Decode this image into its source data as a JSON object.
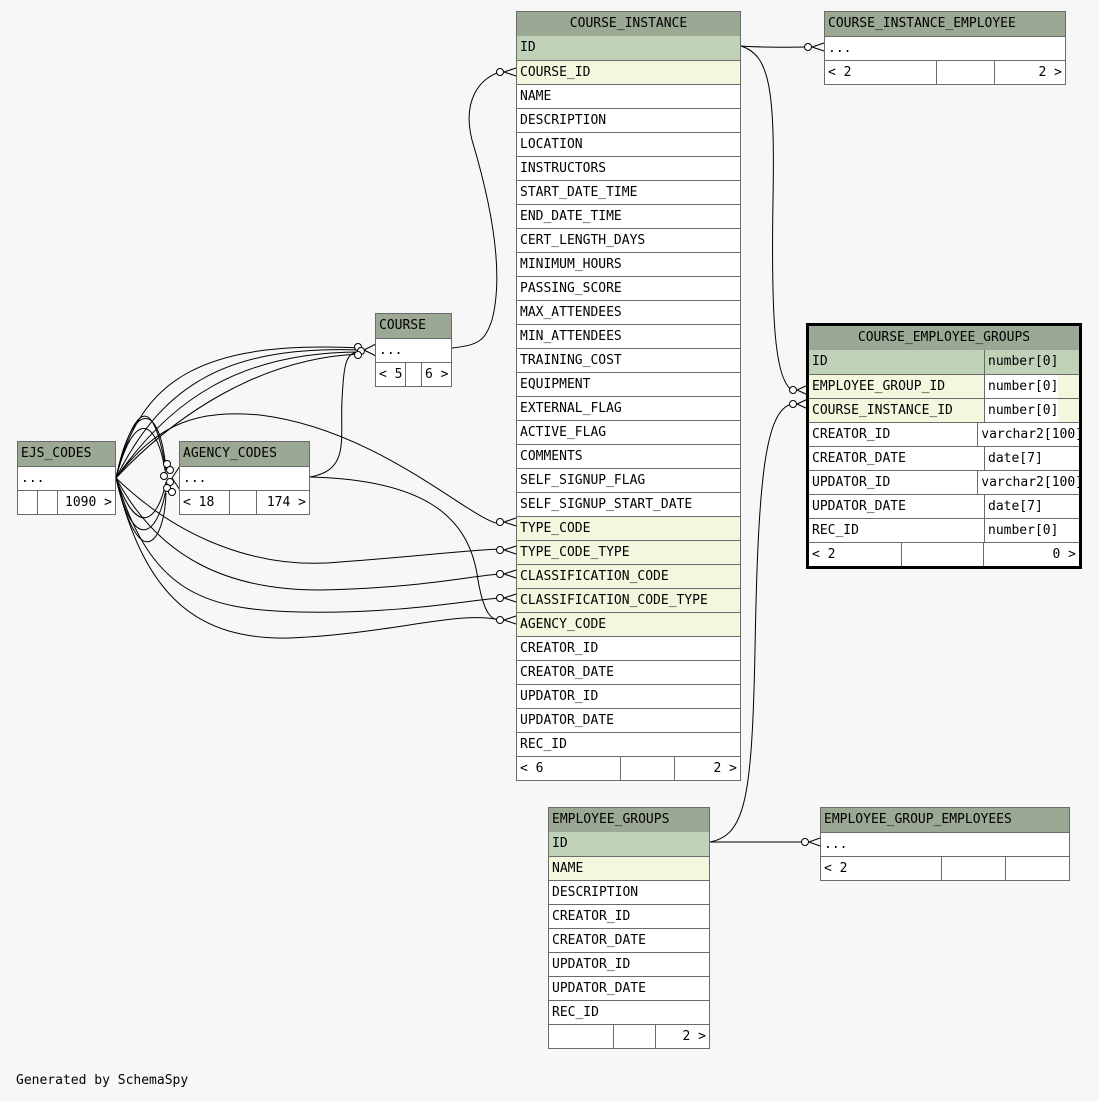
{
  "footer_text": "Generated by SchemaSpy",
  "ellipsis": "...",
  "tables": {
    "course_instance": {
      "name": "COURSE_INSTANCE",
      "columns": [
        "ID",
        "COURSE_ID",
        "NAME",
        "DESCRIPTION",
        "LOCATION",
        "INSTRUCTORS",
        "START_DATE_TIME",
        "END_DATE_TIME",
        "CERT_LENGTH_DAYS",
        "MINIMUM_HOURS",
        "PASSING_SCORE",
        "MAX_ATTENDEES",
        "MIN_ATTENDEES",
        "TRAINING_COST",
        "EQUIPMENT",
        "EXTERNAL_FLAG",
        "ACTIVE_FLAG",
        "COMMENTS",
        "SELF_SIGNUP_FLAG",
        "SELF_SIGNUP_START_DATE",
        "TYPE_CODE",
        "TYPE_CODE_TYPE",
        "CLASSIFICATION_CODE",
        "CLASSIFICATION_CODE_TYPE",
        "AGENCY_CODE",
        "CREATOR_ID",
        "CREATOR_DATE",
        "UPDATOR_ID",
        "UPDATOR_DATE",
        "REC_ID"
      ],
      "footer": [
        "< 6",
        "",
        "2 >"
      ]
    },
    "course_instance_employee": {
      "name": "COURSE_INSTANCE_EMPLOYEE",
      "footer": [
        "< 2",
        "",
        "2 >"
      ]
    },
    "course": {
      "name": "COURSE",
      "footer": [
        "< 5",
        "6 >"
      ]
    },
    "ejs_codes": {
      "name": "EJS_CODES",
      "footer": [
        "",
        "",
        "1090 >"
      ]
    },
    "agency_codes": {
      "name": "AGENCY_CODES",
      "footer": [
        "< 18",
        "",
        "174 >"
      ]
    },
    "course_employee_groups": {
      "name": "COURSE_EMPLOYEE_GROUPS",
      "columns": [
        {
          "name": "ID",
          "type": "number[0]"
        },
        {
          "name": "EMPLOYEE_GROUP_ID",
          "type": "number[0]"
        },
        {
          "name": "COURSE_INSTANCE_ID",
          "type": "number[0]"
        },
        {
          "name": "CREATOR_ID",
          "type": "varchar2[100]"
        },
        {
          "name": "CREATOR_DATE",
          "type": "date[7]"
        },
        {
          "name": "UPDATOR_ID",
          "type": "varchar2[100]"
        },
        {
          "name": "UPDATOR_DATE",
          "type": "date[7]"
        },
        {
          "name": "REC_ID",
          "type": "number[0]"
        }
      ],
      "footer": [
        "< 2",
        "",
        "0 >"
      ]
    },
    "employee_groups": {
      "name": "EMPLOYEE_GROUPS",
      "columns": [
        "ID",
        "NAME",
        "DESCRIPTION",
        "CREATOR_ID",
        "CREATOR_DATE",
        "UPDATOR_ID",
        "UPDATOR_DATE",
        "REC_ID"
      ],
      "footer": [
        "",
        "",
        "2 >"
      ]
    },
    "employee_group_employees": {
      "name": "EMPLOYEE_GROUP_EMPLOYEES",
      "footer": [
        "< 2",
        "",
        ""
      ]
    }
  }
}
